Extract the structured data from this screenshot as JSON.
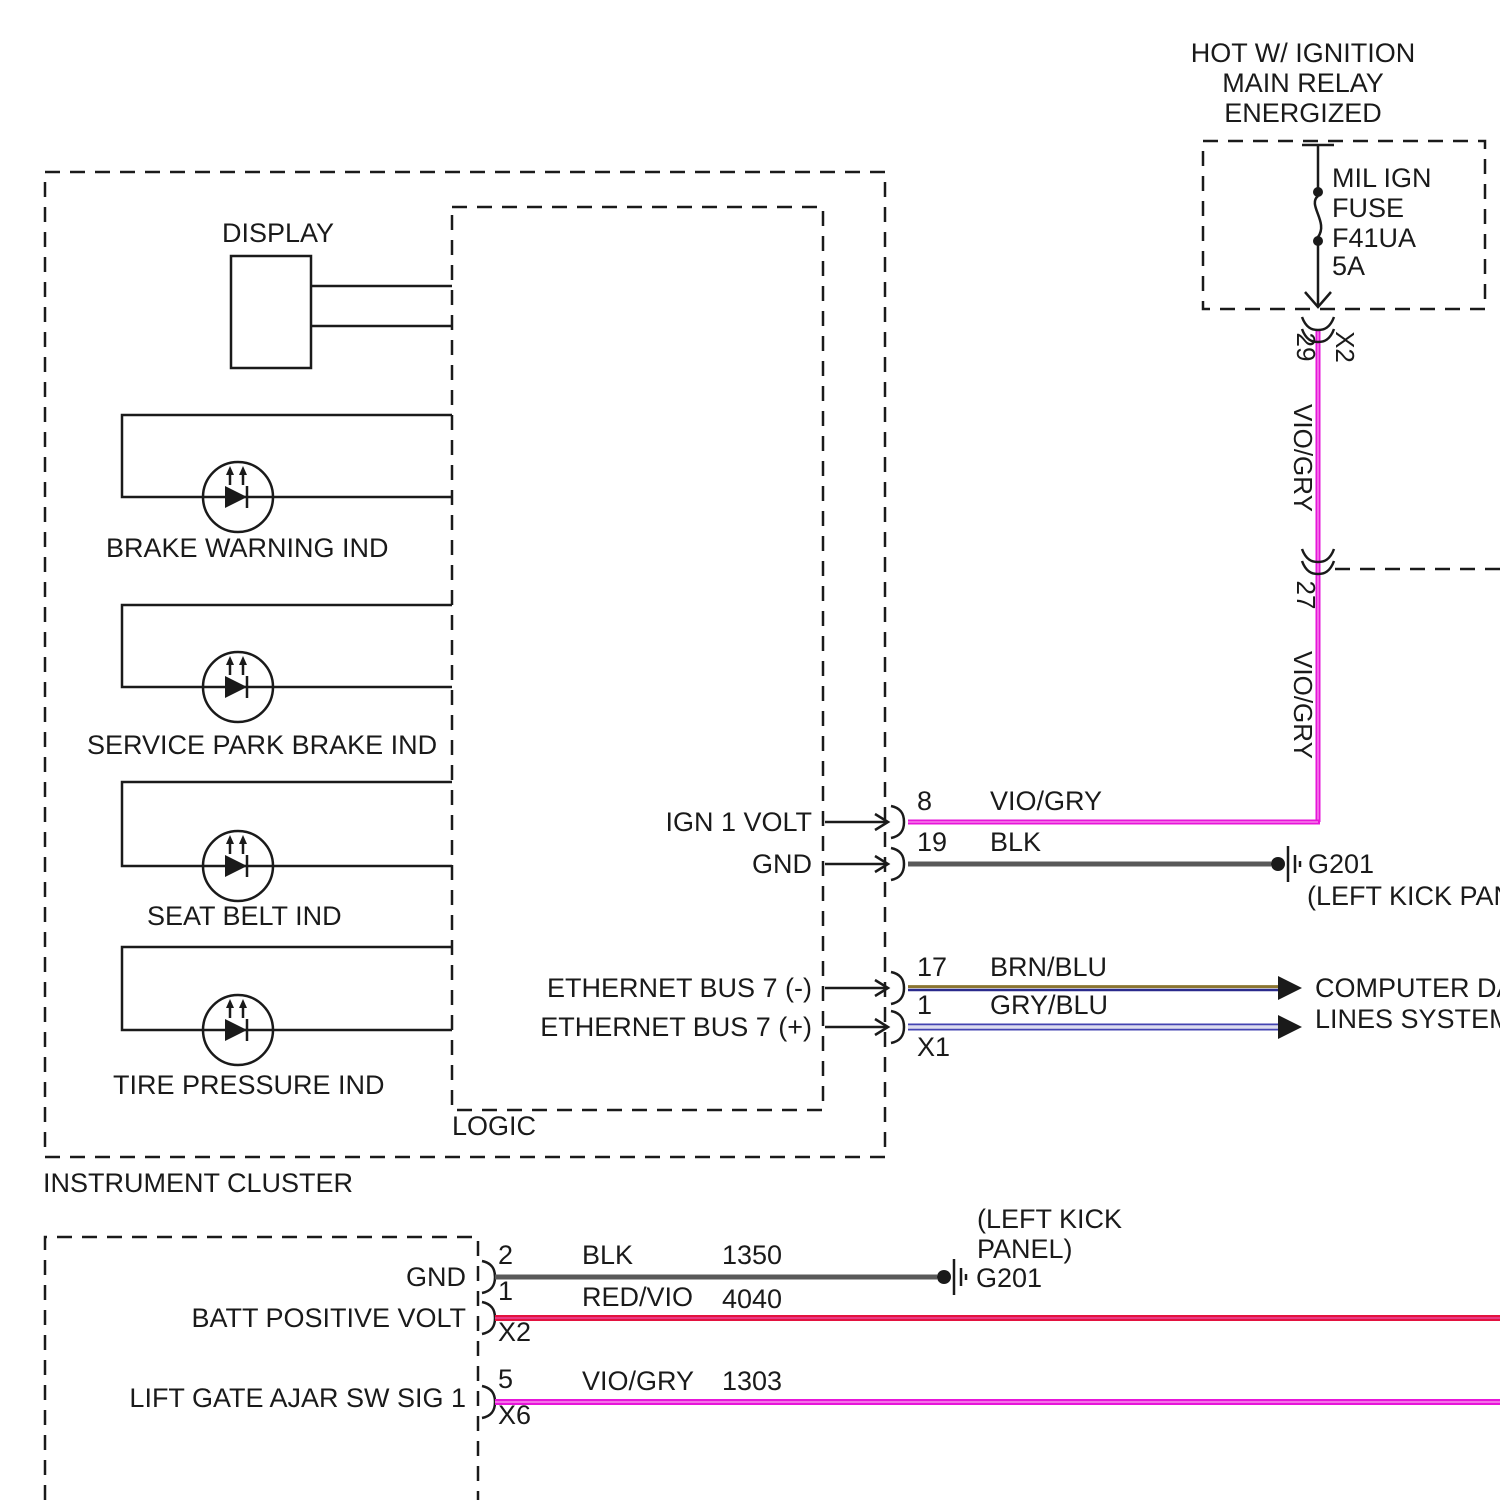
{
  "colors": {
    "line": "#1a1a1a",
    "wire_vio_gry": "#E616D9",
    "wire_vio_gry_core": "#F87BEA",
    "wire_blk": "#595959",
    "wire_brn": "#8A7430",
    "wire_blu_dark": "#2A2A8C",
    "wire_gry_blu_edge": "#4343B2",
    "wire_gry_blu_core": "#DCDCEF",
    "wire_red": "#E3123F",
    "wire_red_vio_core": "#E8418F"
  },
  "power": {
    "header1": "HOT W/ IGNITION",
    "header2": "MAIN RELAY",
    "header3": "ENERGIZED",
    "fuse1": "MIL IGN",
    "fuse2": "FUSE",
    "fuse3": "F41UA",
    "fuse4": "5A",
    "pin_top": "29",
    "conn_top": "X2",
    "wire_top": "VIO/GRY",
    "pin_mid": "27",
    "wire_mid": "VIO/GRY"
  },
  "cluster": {
    "name": "INSTRUMENT CLUSTER",
    "logic": "LOGIC",
    "display": "DISPLAY",
    "ind1": "BRAKE WARNING IND",
    "ind2": "SERVICE PARK BRAKE IND",
    "ind3": "SEAT BELT IND",
    "ind4": "TIRE PRESSURE IND",
    "sig1": "IGN 1 VOLT",
    "pin1": "8",
    "clr1": "VIO/GRY",
    "sig2": "GND",
    "pin2": "19",
    "clr2": "BLK",
    "sig3": "ETHERNET BUS 7 (-)",
    "pin3": "17",
    "clr3": "BRN/BLU",
    "sig4": "ETHERNET BUS 7 (+)",
    "pin4": "1",
    "clr4": "GRY/BLU",
    "conn": "X1"
  },
  "ground_top": {
    "id": "G201",
    "loc": "(LEFT KICK PANEL)"
  },
  "dest": {
    "l1": "COMPUTER DATA",
    "l2": "LINES SYSTEM"
  },
  "module2": {
    "sig1": "GND",
    "pin1": "2",
    "clr1": "BLK",
    "ckt1": "1350",
    "sig2": "BATT POSITIVE VOLT",
    "pin2": "1",
    "clr2": "RED/VIO",
    "ckt2": "4040",
    "conn2": "X2",
    "sig3": "LIFT GATE AJAR SW SIG 1",
    "pin3": "5",
    "clr3": "VIO/GRY",
    "ckt3": "1303",
    "conn3": "X6",
    "ground": {
      "id": "G201",
      "loc1": "(LEFT KICK",
      "loc2": "PANEL)"
    }
  }
}
